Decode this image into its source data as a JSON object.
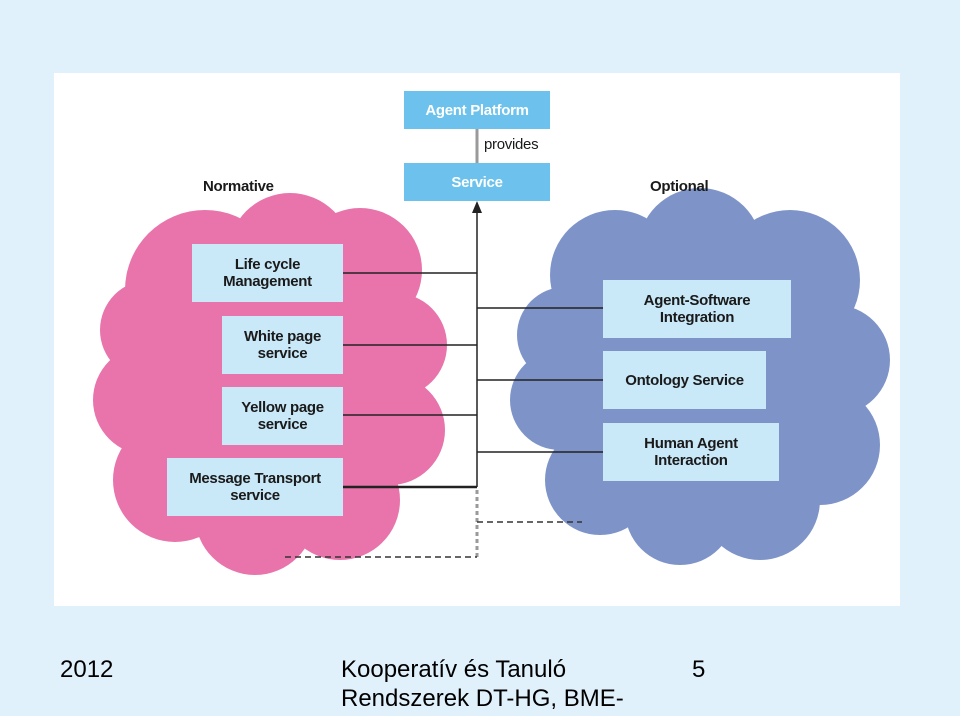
{
  "diagram": {
    "agent_platform": "Agent Platform",
    "provides": "provides",
    "service": "Service",
    "normative": "Normative",
    "optional": "Optional",
    "normative_services": [
      "Life cycle\nManagement",
      "White page\nservice",
      "Yellow page\nservice",
      "Message Transport\nservice"
    ],
    "optional_services": [
      "Agent-Software\nIntegration",
      "Ontology Service",
      "Human Agent\nInteraction"
    ],
    "colors": {
      "normative_cloud": "#e874ab",
      "optional_cloud": "#7e94c9",
      "service_box": "#c9e8f8",
      "platform_box": "#6cc2ec"
    }
  },
  "footer": {
    "year": "2012",
    "title_line1": "Kooperatív és Tanuló",
    "title_line2": "Rendszerek DT-HG, BME-",
    "page": "5"
  }
}
